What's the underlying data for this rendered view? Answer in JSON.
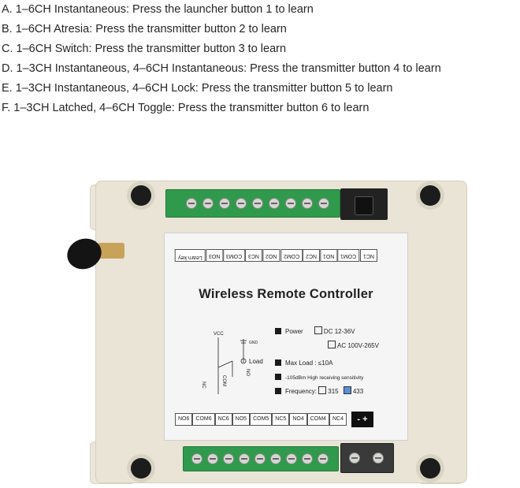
{
  "instructions": [
    "A. 1–6CH Instantaneous: Press the launcher button 1 to learn",
    "B. 1–6CH Atresia: Press the transmitter button 2 to learn",
    "C. 1–6CH Switch: Press the transmitter button 3 to learn",
    "D. 1–3CH Instantaneous, 4–6CH Instantaneous: Press the transmitter button 4 to learn",
    "E. 1–3CH Instantaneous, 4–6CH Lock: Press the transmitter button 5 to learn",
    "F. 1–3CH Latched, 4–6CH Toggle: Press the transmitter button 6 to learn"
  ],
  "label": {
    "top_terminals": [
      "NC1",
      "COM1",
      "NO1",
      "NC2",
      "COM2",
      "NO2",
      "NC3",
      "COM3",
      "NO3"
    ],
    "learn_key": "Learn key",
    "title": "Wireless Remote Controller",
    "power_label": "Power",
    "dc": "DC 12-36V",
    "ac": "AC 100V-265V",
    "max_load": "Max Load : ≤10A",
    "sensitivity": "-105dBm High receiving sensitivity",
    "frequency_label": "Frequency:",
    "freq_315": "315",
    "freq_433": "433",
    "bottom_terminals": [
      "NO6",
      "COM6",
      "NC6",
      "NO5",
      "COM5",
      "NC5",
      "NO4",
      "COM4",
      "NC4"
    ],
    "polarity": "- +",
    "diagram": {
      "vcc": "VCC",
      "gnd": "GND",
      "load": "Load",
      "nc": "NC",
      "com": "COM",
      "no": "NO"
    }
  },
  "colors": {
    "case": "#e9e4d6",
    "terminal_green": "#2f9a4b",
    "frequency_selected": "#5b8fd6"
  }
}
